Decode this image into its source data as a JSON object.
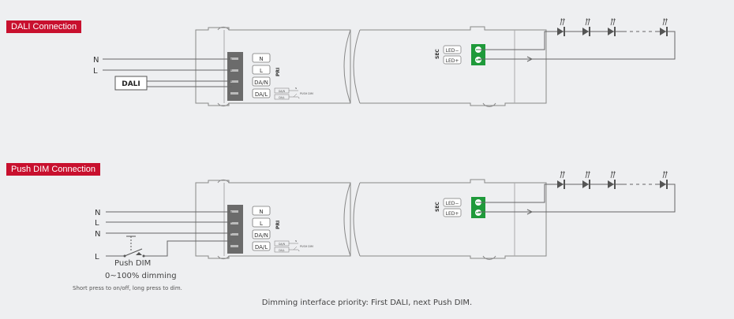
{
  "accent_color": "#c8102e",
  "terminal_green": "#1f9a3a",
  "sections": [
    {
      "title": "DALI Connection",
      "inputs": {
        "n": "N",
        "l": "L",
        "dali": "DALI"
      },
      "primary": {
        "n": "N",
        "l": "L",
        "dan": "DA/N",
        "dal": "DA/L",
        "pri": "PRI",
        "mini_dan": "DA/N",
        "mini_dal": "DA/L",
        "push_dim": "PUSH DIM",
        "mini_n": "N",
        "mini_l": "L"
      },
      "secondary": {
        "sec": "SEC",
        "led_minus": "LED−",
        "led_plus": "LED+"
      }
    },
    {
      "title": "Push DIM Connection",
      "inputs": {
        "n1": "N",
        "l1": "L",
        "n2": "N",
        "l2": "L"
      },
      "primary": {
        "n": "N",
        "l": "L",
        "dan": "DA/N",
        "dal": "DA/L",
        "pri": "PRI",
        "mini_dan": "DA/N",
        "mini_dal": "DA/L",
        "push_dim": "PUSH DIM",
        "mini_n": "N",
        "mini_l": "L"
      },
      "secondary": {
        "sec": "SEC",
        "led_minus": "LED−",
        "led_plus": "LED+"
      }
    }
  ],
  "push_dim": {
    "label": "Push DIM",
    "range": "0~100% dimming",
    "hint": "Short press to on/off, long press to dim."
  },
  "footer": "Dimming interface priority: First DALI, next Push DIM."
}
